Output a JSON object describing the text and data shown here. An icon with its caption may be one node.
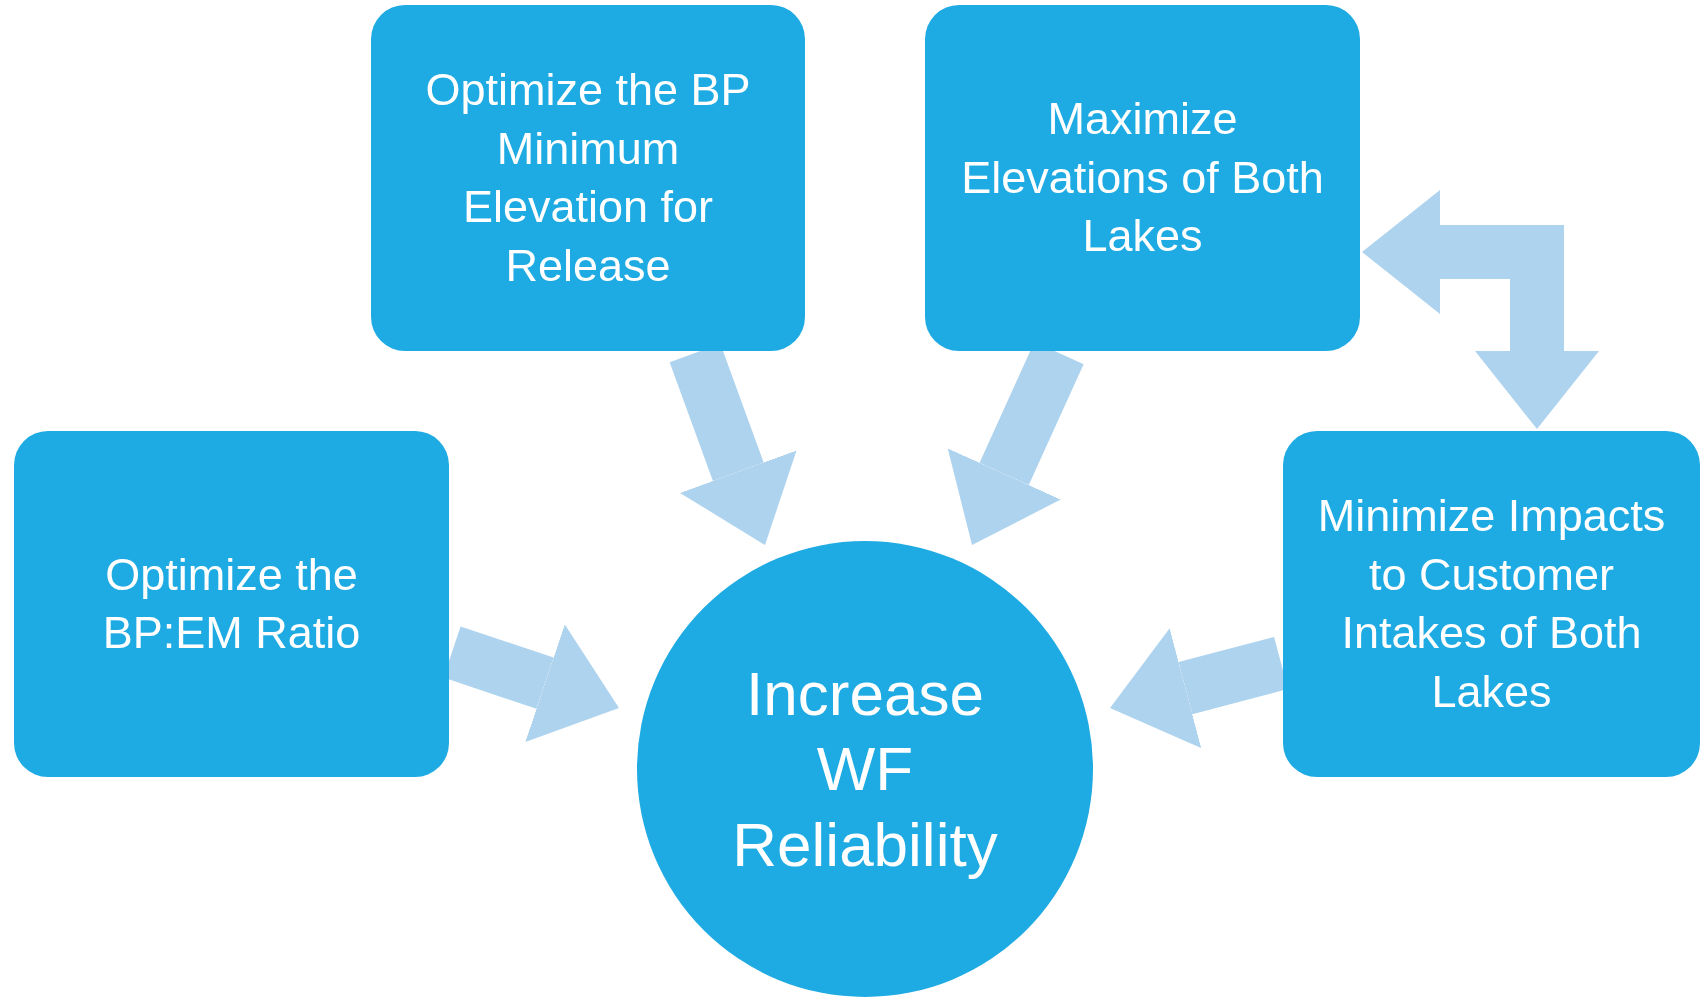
{
  "diagram": {
    "nodes": [
      {
        "text": [
          "Optimize the BP Minimum Elevation for Release"
        ]
      },
      {
        "text": [
          "Maximize Elevations of Both Lakes"
        ]
      },
      {
        "text": [
          "Optimize the BP:EM Ratio"
        ]
      },
      {
        "text": [
          "Minimize Impacts to Customer Intakes of Both Lakes"
        ]
      },
      {
        "text": [
          "Increase WF Reliability"
        ]
      }
    ],
    "edges": [
      {
        "from": 0,
        "to": 4,
        "arrow": "to"
      },
      {
        "from": 1,
        "to": 4,
        "arrow": "to"
      },
      {
        "from": 2,
        "to": 4,
        "arrow": "to"
      },
      {
        "from": 3,
        "to": 4,
        "arrow": "to"
      },
      {
        "from": 1,
        "to": 3,
        "arrow": "both"
      }
    ]
  }
}
